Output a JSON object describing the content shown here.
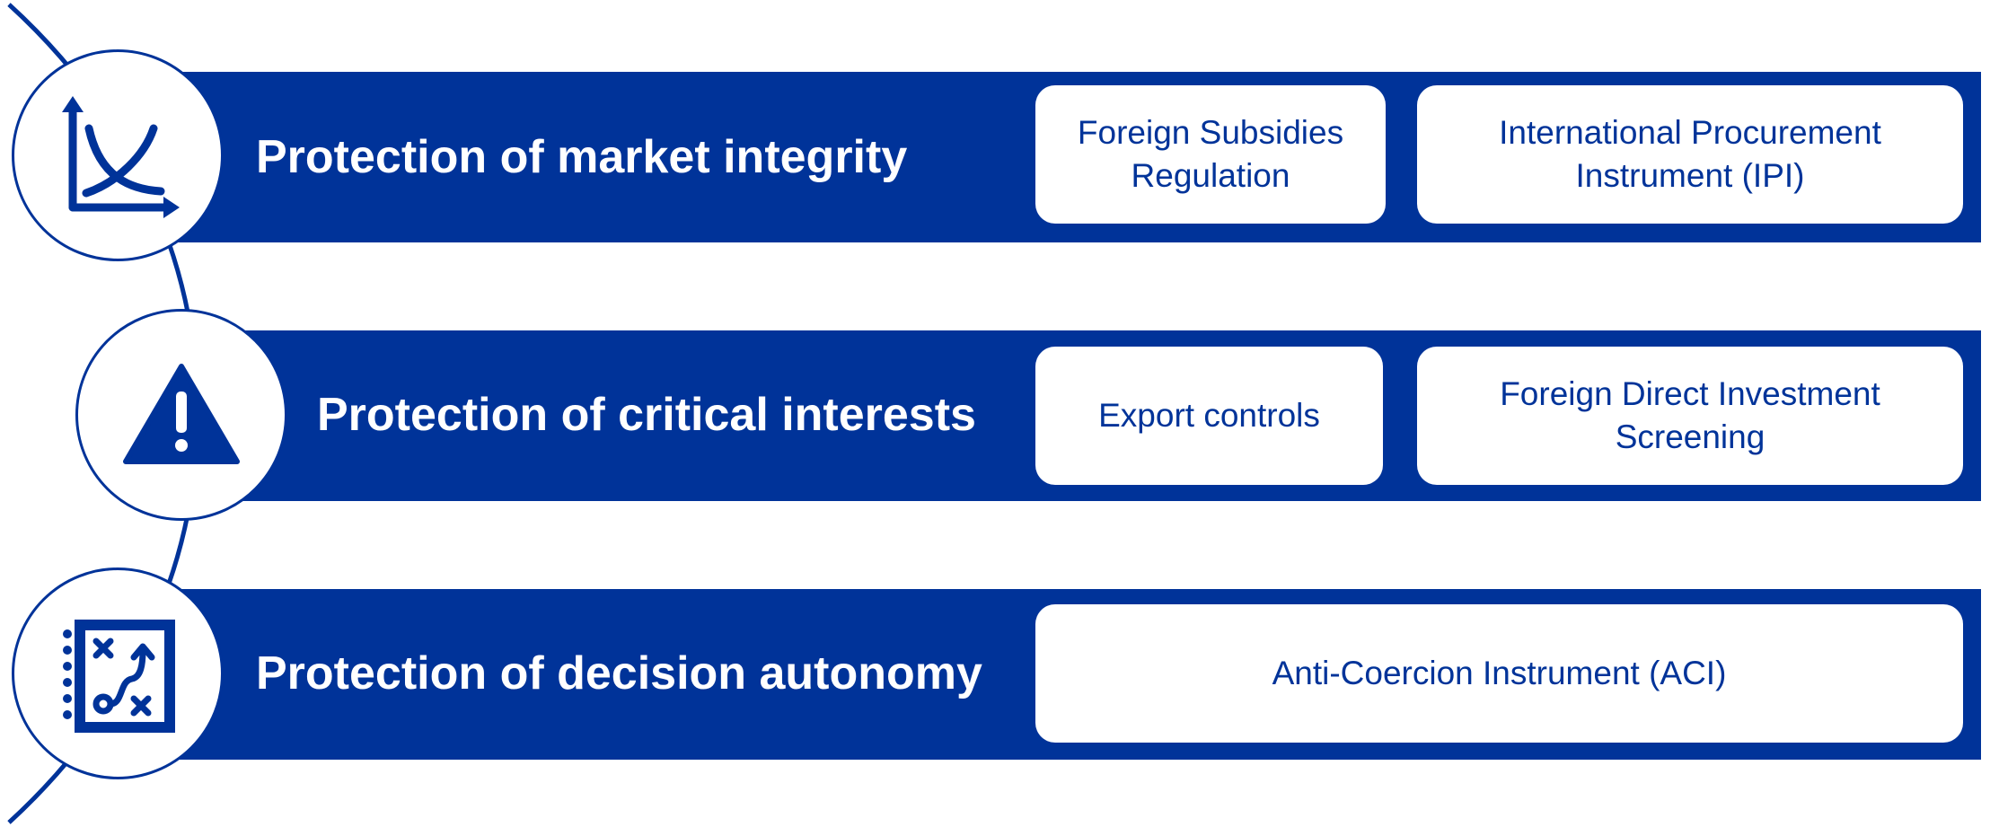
{
  "colors": {
    "brand_blue": "#003399",
    "background": "#ffffff"
  },
  "rows": [
    {
      "icon": "supply-demand-chart-icon",
      "title": "Protection of market integrity",
      "instruments": [
        {
          "lines": [
            "Foreign Subsidies",
            "Regulation"
          ]
        },
        {
          "lines": [
            "International Procurement",
            "Instrument (IPI)"
          ]
        }
      ]
    },
    {
      "icon": "warning-triangle-icon",
      "title": "Protection of critical interests",
      "instruments": [
        {
          "lines": [
            "Export controls"
          ]
        },
        {
          "lines": [
            "Foreign Direct Investment",
            "Screening"
          ]
        }
      ]
    },
    {
      "icon": "strategy-notebook-icon",
      "title": "Protection of decision autonomy",
      "instruments": [
        {
          "lines": [
            "Anti-Coercion Instrument (ACI)"
          ]
        }
      ]
    }
  ]
}
